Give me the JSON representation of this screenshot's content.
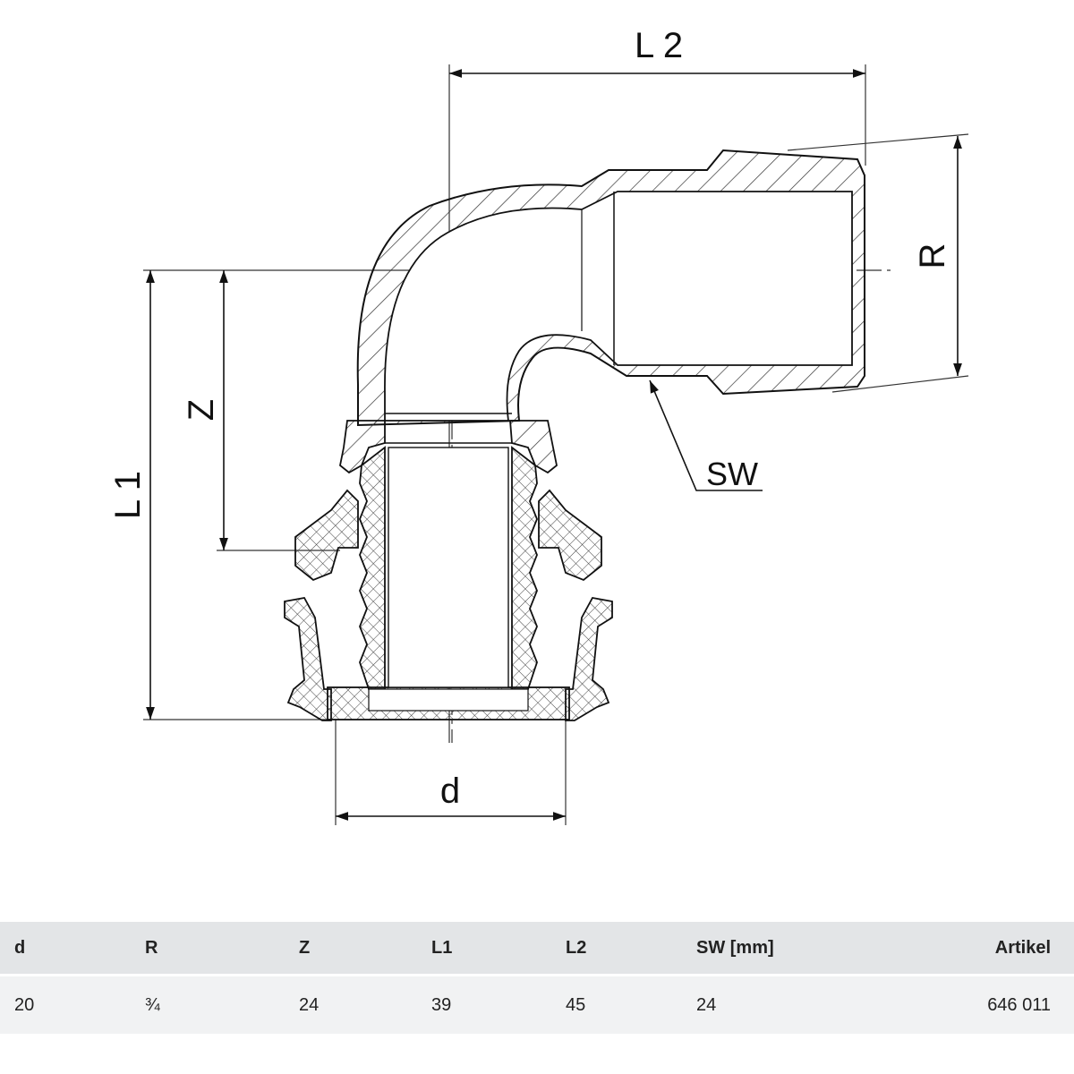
{
  "drawing": {
    "labels": {
      "L1": "L 1",
      "L2": "L 2",
      "Z": "Z",
      "R": "R",
      "SW": "SW",
      "d": "d"
    }
  },
  "table": {
    "headers": [
      "d",
      "R",
      "Z",
      "L1",
      "L2",
      "SW [mm]",
      "Artikel"
    ],
    "rows": [
      [
        "20",
        "¾",
        "24",
        "39",
        "45",
        "24",
        "646 011"
      ]
    ]
  }
}
